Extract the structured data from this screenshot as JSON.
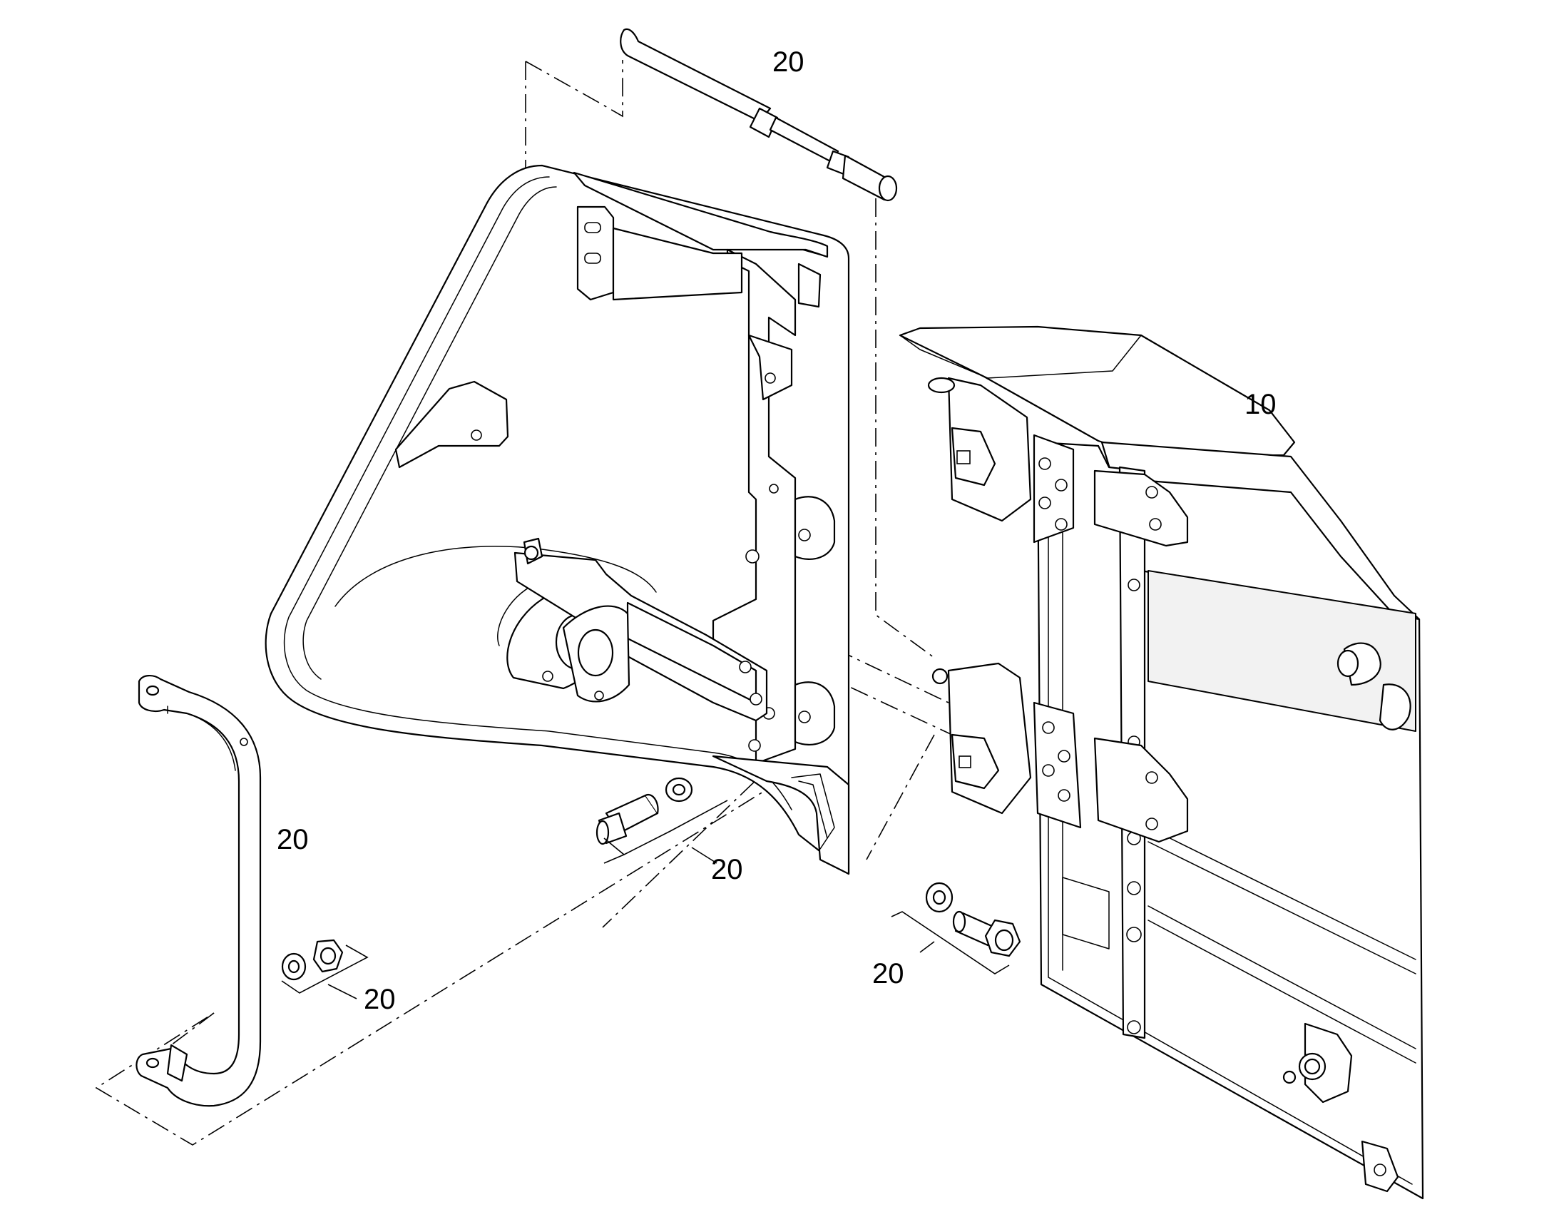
{
  "callouts": {
    "gas_strut": "20",
    "door_panel": "10",
    "grab_handle": "20",
    "bolt_left": "20",
    "washer_nut": "20",
    "bolt_right": "20"
  }
}
